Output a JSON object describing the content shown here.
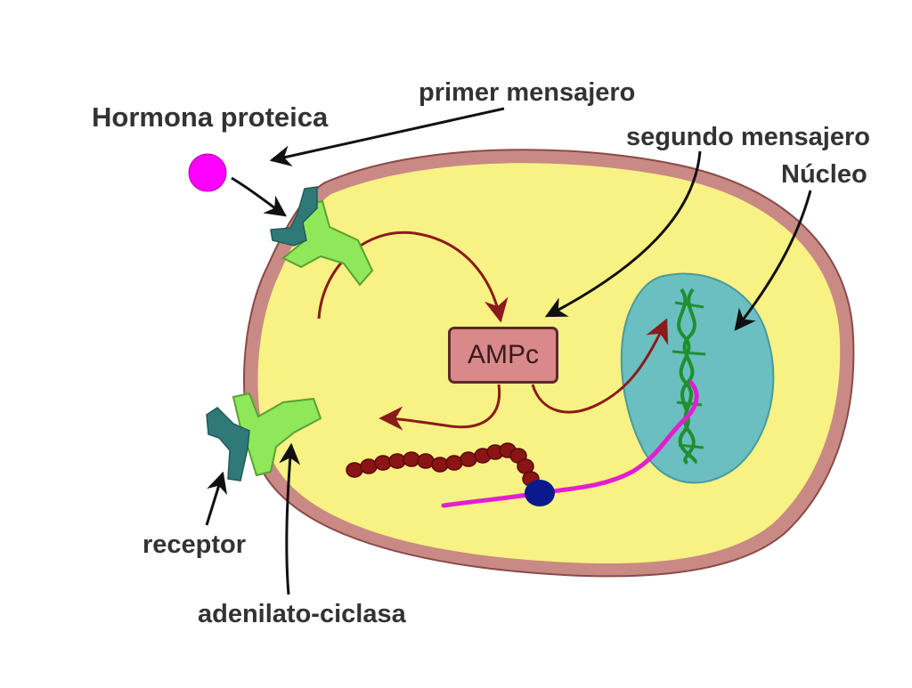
{
  "labels": {
    "hormone": "Hormona proteica",
    "first_messenger": "primer mensajero",
    "second_messenger": "segundo mensajero",
    "nucleus": "Núcleo",
    "receptor": "receptor",
    "adenylate_cyclase": "adenilato-ciclasa",
    "ampc": "AMPc"
  },
  "colors": {
    "cytoplasm": "#f7f283",
    "membrane": "#c98a86",
    "membrane_stroke": "#8a4a48",
    "nucleus": "#6bbfc0",
    "hormone": "#ff00ff",
    "receptor": "#2f7a78",
    "adenylate_cyclase": "#8fe85a",
    "pathway_arrow": "#8b1a1a",
    "dna": "#1f8f2f",
    "protein_chain": "#8b1414",
    "ribosome": "#0a1a8c",
    "mrna": "#e21fd0",
    "label_arrow": "#111111"
  }
}
